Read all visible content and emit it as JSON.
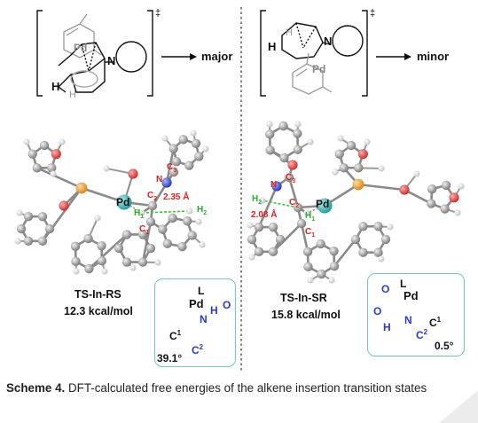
{
  "top_left": {
    "metal_label": "Pd",
    "dagger": "‡",
    "h_labels": [
      "H",
      "H"
    ],
    "n_label": "N",
    "arrow_label": "major"
  },
  "top_right": {
    "metal_label": "Pd",
    "dagger": "‡",
    "h_labels": [
      "H",
      "H"
    ],
    "n_label": "N",
    "arrow_label": "minor"
  },
  "left_model": {
    "atoms": {
      "pd": "Pd",
      "n": "N",
      "c3": "C",
      "c3_sub": "3",
      "c2": "C",
      "c2_sub": "2",
      "c1": "C",
      "c1_sub": "1",
      "h1": "H",
      "h1_sub": "1",
      "h2": "H",
      "h2_sub": "2"
    },
    "distance": "2.35 Å"
  },
  "right_model": {
    "atoms": {
      "pd": "Pd",
      "n": "N",
      "c3": "C",
      "c3_sub": "3",
      "c2": "C",
      "c2_sub": "2",
      "c1": "C",
      "c1_sub": "1",
      "h1": "H",
      "h1_sub": "1",
      "h2": "H",
      "h2_sub": "2"
    },
    "distance": "2.08 Å"
  },
  "left_ts": {
    "name": "TS-In-RS",
    "energy": "12.3 kcal/mol"
  },
  "right_ts": {
    "name": "TS-In-SR",
    "energy": "15.8 kcal/mol"
  },
  "left_inset": {
    "pd": "Pd",
    "l": "L",
    "n": "N",
    "h": "H",
    "o": "O",
    "c1": "C",
    "c1_sup": "1",
    "c2": "C",
    "c2_sup": "2",
    "angle": "39.1°"
  },
  "right_inset": {
    "pd": "Pd",
    "l": "L",
    "n": "N",
    "h": "H",
    "o1": "O",
    "o2": "O",
    "c1": "C",
    "c1_sup": "1",
    "c2": "C",
    "c2_sup": "2",
    "angle": "0.5°"
  },
  "caption": {
    "label": "Scheme 4.",
    "text": " DFT-calculated free energies of the alkene insertion transition states"
  },
  "colors": {
    "pd": "#3fb8b8",
    "p": "#f0a040",
    "o": "#e05050",
    "n": "#3050d0",
    "c": "#9a9a9a",
    "h": "#e8e8e8",
    "blue_text": "#2a3ad0",
    "teal_box": "#6fc8b9"
  }
}
